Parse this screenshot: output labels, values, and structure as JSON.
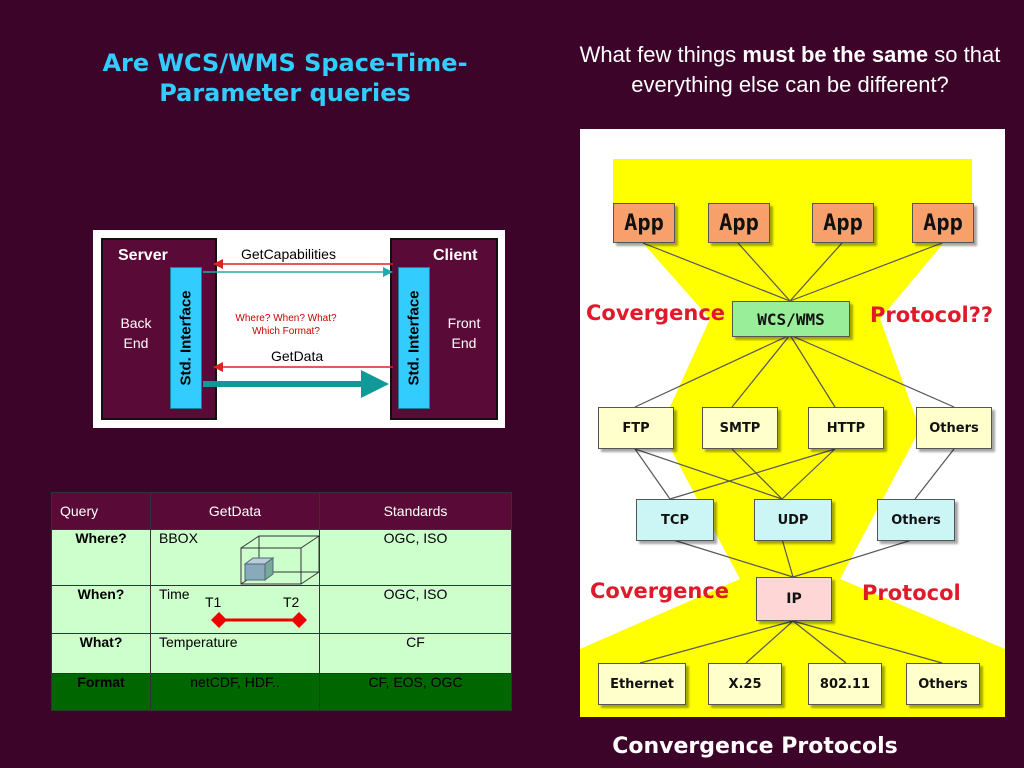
{
  "slide": {
    "title": "Are WCS/WMS Space-Time-Parameter queries",
    "question_pre": "What few things ",
    "question_bold": "must be the same",
    "question_post": " so that everything else can be different?",
    "caption": "Convergence Protocols"
  },
  "cs_diagram": {
    "server_title": "Server",
    "server_body": "Back End",
    "client_title": "Client",
    "client_body": "Front End",
    "std_interface": "Std. Interface",
    "get_capabilities": "GetCapabilities",
    "queries_line1": "Where? When? What?",
    "queries_line2": "Which Format?",
    "get_data": "GetData"
  },
  "query_table": {
    "headers": [
      "Query",
      "GetData",
      "Standards"
    ],
    "rows": [
      [
        "Where?",
        "BBOX",
        "OGC, ISO"
      ],
      [
        "When?",
        "Time",
        "OGC, ISO"
      ],
      [
        "What?",
        "Temperature",
        "CF"
      ],
      [
        "Format",
        "netCDF, HDF..",
        "CF, EOS, OGC"
      ]
    ],
    "t1": "T1",
    "t2": "T2"
  },
  "protocol_stack": {
    "apps": [
      "App",
      "App",
      "App",
      "App"
    ],
    "convergence_label": "Covergence",
    "protocol_top": "Protocol??",
    "protocol_bottom": "Protocol",
    "middle": "WCS/WMS",
    "app_protocols": [
      "FTP",
      "SMTP",
      "HTTP",
      "Others"
    ],
    "transport": [
      "TCP",
      "UDP",
      "Others"
    ],
    "network": "IP",
    "links": [
      "Ethernet",
      "X.25",
      "802.11",
      "Others"
    ]
  },
  "colors": {
    "background": "#3c0428",
    "title": "#33ccff",
    "convergence_red": "#e01a2a",
    "hourglass_yellow": "#ffff00"
  }
}
